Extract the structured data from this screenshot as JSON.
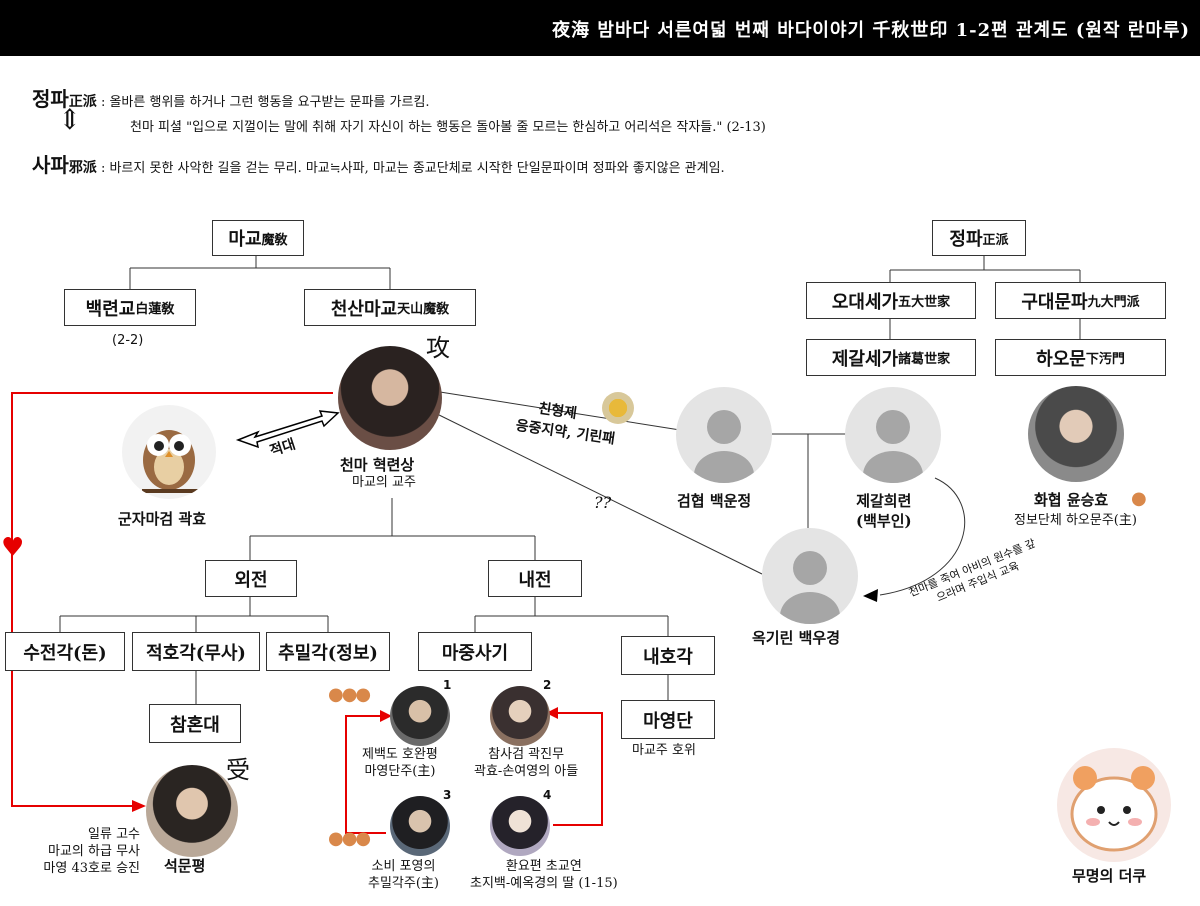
{
  "title": "夜海 밤바다 서른여덟 번째 바다이야기 千秋世印 1-2편 관계도 (원작 란마루)",
  "definitions": {
    "orthodox_label": "정파",
    "orthodox_hanja": "正派",
    "orthodox_text": ": 올바른 행위를 하거나 그런 행동을 요구받는 문파를 가르킴.",
    "quote": "천마 피셜 \"입으로 지껄이는 말에 취해 자기 자신이 하는 행동은 돌아볼 줄 모르는 한심하고 어리석은 작자들.\" (2-13)",
    "arrow": "⇕",
    "heterodox_label": "사파",
    "heterodox_hanja": "邪派",
    "heterodox_text": ": 바르지 못한 사악한 길을 걷는 무리. 마교≒사파, 마교는 종교단체로 시작한 단일문파이며 정파와 좋지않은 관계임."
  },
  "boxes": {
    "magyo": {
      "k": "마교",
      "h": "魔敎"
    },
    "baekryeon": {
      "k": "백련교",
      "h": "白蓮敎"
    },
    "cheonsan": {
      "k": "천산마교",
      "h": "天山魔敎"
    },
    "jeongpa": {
      "k": "정파",
      "h": "正派"
    },
    "odae": {
      "k": "오대세가",
      "h": "五大世家"
    },
    "gudae": {
      "k": "구대문파",
      "h": "九大門派"
    },
    "jegal": {
      "k": "제갈세가",
      "h": "諸葛世家"
    },
    "haomun": {
      "k": "하오문",
      "h": "下汚門"
    },
    "oejeon": "외전",
    "naejeon": "내전",
    "sujeon": "수전각(돈)",
    "jeokho": "적호각(무사)",
    "chumil": "추밀각(정보)",
    "chamhon": "참혼대",
    "majung": "마중사기",
    "naeho": "내호각",
    "mayeong": "마영단"
  },
  "labels": {
    "baekryeon_note": "(2-2)",
    "cheonma_name": "천마 혁련상",
    "cheonma_sub": "마교의 교주",
    "gong": "攻",
    "su": "受",
    "owl_name": "군자마검 곽효",
    "enemy": "적대",
    "bro_line1": "친형제",
    "bro_line2": "응중지약, 기린패",
    "question": "??",
    "baekunjeong": "검협 백운정",
    "jegal_line1": "제갈희련",
    "jegal_line2": "(백부인)",
    "baekwookyeong": "옥기린 백우경",
    "revenge": "천마를 죽여 아비의 원수를 갚으라며 주입식 교육",
    "hwahyeop": "화협 윤승효",
    "hwahyeop_sub": "정보단체 하오문주(主)",
    "mayeong_sub": "마교주 호위",
    "seok_notes": [
      "일류 고수",
      "마교의 하급 무사",
      "마영 43호로 승진"
    ],
    "seok_name": "석문평",
    "m1_name": "제백도 호완평",
    "m1_sub": "마영단주(主)",
    "m2_name": "참사검 곽진무",
    "m2_sub": "곽효-손여영의 아들",
    "m3_name": "소비 포영의",
    "m3_sub": "추밀각주(主)",
    "m4_name": "환요편 초교연",
    "m4_sub": "초지백-예옥경의 딸 (1-15)",
    "n1": "1",
    "n2": "2",
    "n3": "3",
    "n4": "4",
    "mascot": "무명의 더쿠",
    "heart": "♥"
  },
  "colors": {
    "accent_red": "#e60000",
    "line": "#333333",
    "cookie": "#d9884a"
  }
}
